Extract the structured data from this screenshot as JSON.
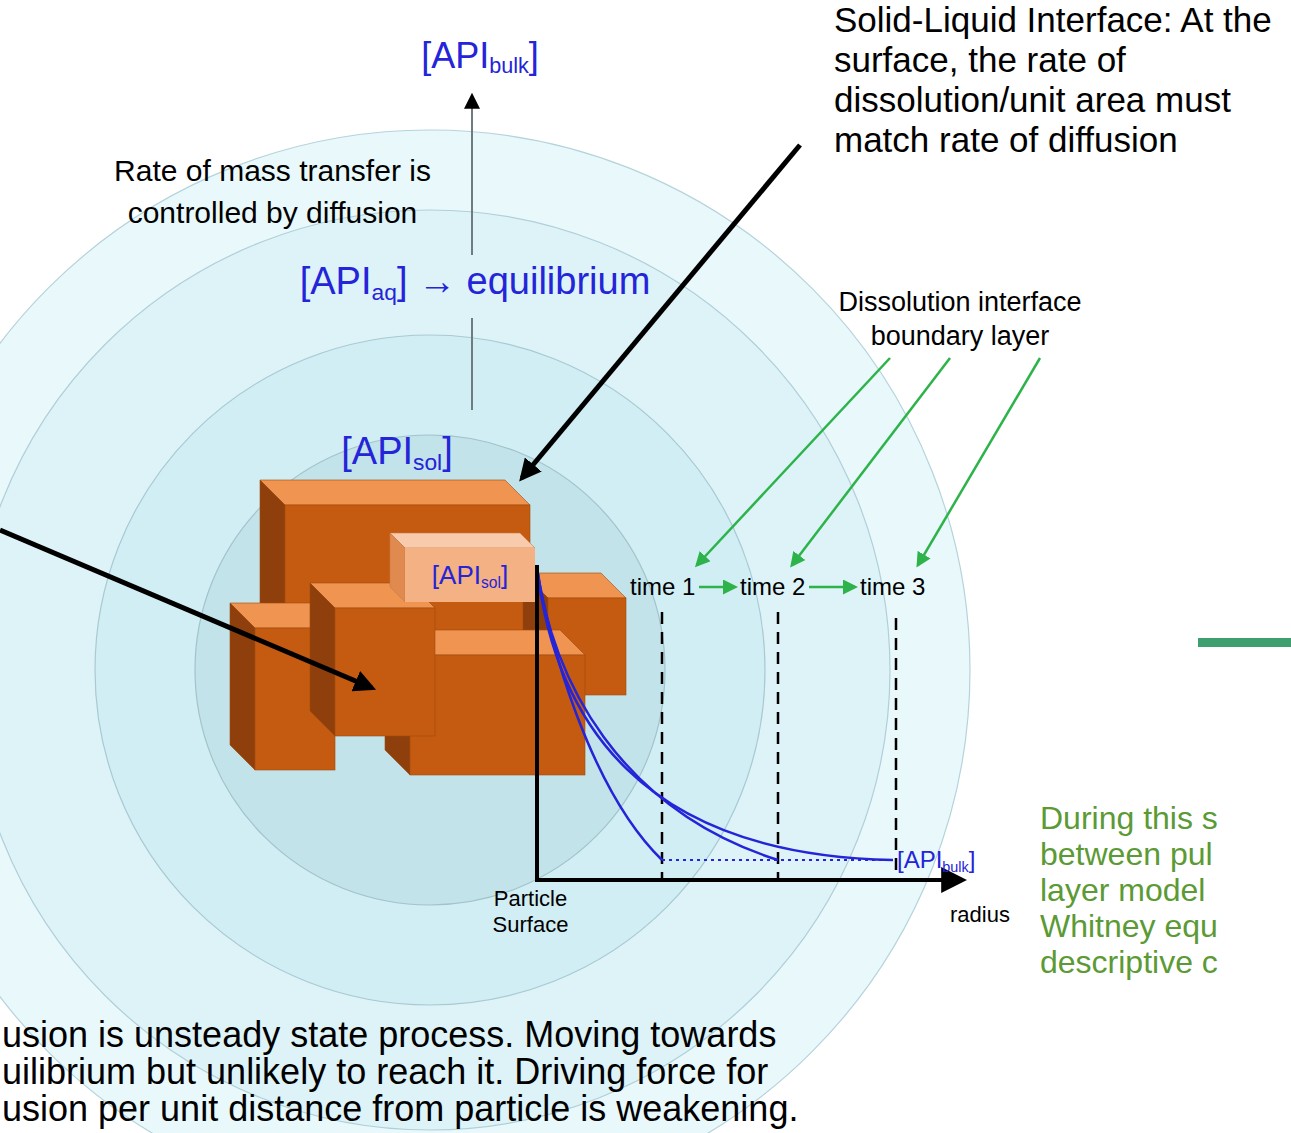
{
  "diagram": {
    "nodes": [
      {
        "text": [
          "[APIsol]"
        ]
      }
    ],
    "labels": [
      "[APIbulk]",
      "Solid-Liquid Interface: At the surface, the rate of dissolution/unit area must match rate of diffusion",
      "Rate of mass transfer is controlled by diffusion",
      "[APIaq] → equilibrium",
      "Dissolution interface boundary layer",
      "[APIsol]",
      "time 1",
      "time 2",
      "time 3",
      "[APIbulk]",
      "Particle Surface",
      "radius",
      "During this s between pul layer model Whitney equ descriptive c",
      "usion is unsteady state process. Moving towards uilibrium but unlikely to reach it. Driving force for usion per unit distance from particle is weakening."
    ]
  }
}
